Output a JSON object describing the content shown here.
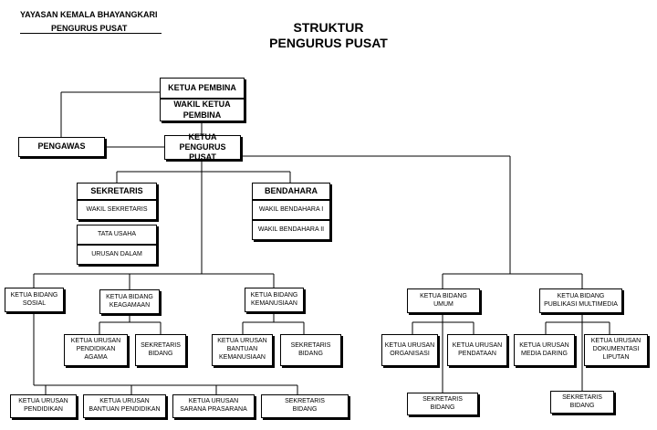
{
  "header": {
    "org_name": "YAYASAN KEMALA BHAYANGKARI",
    "org_sub": "PENGURUS PUSAT",
    "title_line1": "STRUKTUR",
    "title_line2": "PENGURUS PUSAT"
  },
  "nodes": {
    "ketua_pembina": "KETUA PEMBINA",
    "wakil_ketua_pembina": "WAKIL KETUA\nPEMBINA",
    "pengawas": "PENGAWAS",
    "ketua_pengurus_pusat": "KETUA\nPENGURUS PUSAT",
    "sekretaris": "SEKRETARIS",
    "wakil_sekretaris": "WAKIL SEKRETARIS",
    "tata_usaha": "TATA USAHA",
    "urusan_dalam": "URUSAN DALAM",
    "bendahara": "BENDAHARA",
    "wakil_bendahara_1": "WAKIL BENDAHARA I",
    "wakil_bendahara_2": "WAKIL BENDAHARA II",
    "kb_sosial": "KETUA  BIDANG\nSOSIAL",
    "kb_keagamaan": "KETUA  BIDANG\nKEAGAMAAN",
    "kb_kemanusiaan": "KETUA BIDANG\nKEMANUSIAAN",
    "kb_umum": "KETUA  BIDANG\nUMUM",
    "kb_publikasi": "KETUA BIDANG\nPUBLIKASI  MULTIMEDIA",
    "ku_pendidikan_agama": "KETUA URUSAN\nPENDIDIKAN\nAGAMA",
    "sekbid_keagamaan": "SEKRETARIS\nBIDANG",
    "ku_bantuan_kemanusiaan": "KETUA URUSAN\nBANTUAN\nKEMANUSIAAN",
    "sekbid_kemanusiaan": "SEKRETARIS\nBIDANG",
    "ku_organisasi": "KETUA URUSAN\nORGANISASI",
    "ku_pendataan": "KETUA URUSAN\nPENDATAAN",
    "ku_media_daring": "KETUA URUSAN\nMEDIA DARING",
    "ku_dokumentasi": "KETUA URUSAN\nDOKUMENTASI\nLIPUTAN",
    "ku_pendidikan": "KETUA URUSAN\nPENDIDIKAN",
    "ku_bantuan_pendidikan": "KETUA URUSAN\nBANTUAN PENDIDIKAN",
    "ku_sarana_prasarana": "KETUA URUSAN\nSARANA PRASARANA",
    "sekbid_sosial": "SEKRETARIS\nBIDANG",
    "sekbid_umum": "SEKRETARIS\nBIDANG",
    "sekbid_publikasi": "SEKRETARIS\nBIDANG"
  }
}
